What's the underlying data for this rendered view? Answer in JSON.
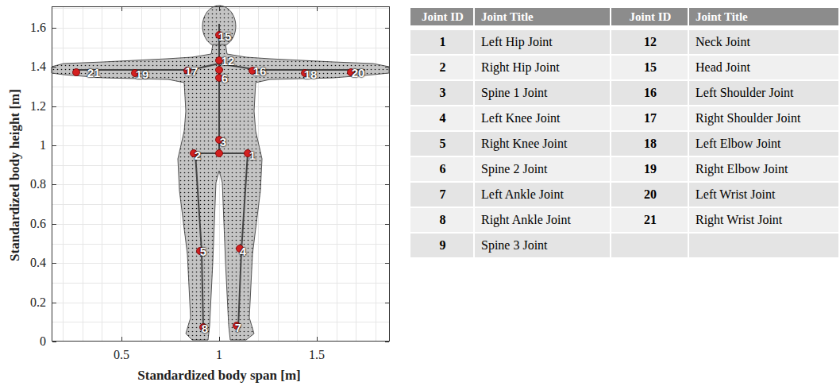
{
  "diagram": {
    "labels": [
      "1.6",
      "1.4",
      "1.2",
      "1",
      "0.8",
      "0.6",
      "0.4",
      "0.2",
      "0",
      "0.5",
      "1",
      "1.5",
      "Standardized body height [m]",
      "Standardized body span [m]",
      "15",
      "12",
      "6",
      "21",
      "19",
      "17",
      "16",
      "18",
      "20",
      "3",
      "2",
      "1",
      "5",
      "4",
      "8",
      "7",
      "Joint ID",
      "Joint Title",
      "Joint ID",
      "Joint Title",
      "1",
      "Left Hip Joint",
      "12",
      "Neck Joint",
      "2",
      "Right Hip Joint",
      "15",
      "Head Joint",
      "3",
      "Spine 1 Joint",
      "16",
      "Left Shoulder Joint",
      "4",
      "Left Knee Joint",
      "17",
      "Right Shoulder Joint",
      "5",
      "Right Knee Joint",
      "18",
      "Left Elbow Joint",
      "6",
      "Spine 2 Joint",
      "19",
      "Right Elbow Joint",
      "7",
      "Left Ankle Joint",
      "20",
      "Left Wrist Joint",
      "8",
      "Right Ankle Joint",
      "21",
      "Right Wrist Joint",
      "9",
      "Spine 3 Joint"
    ]
  }
}
